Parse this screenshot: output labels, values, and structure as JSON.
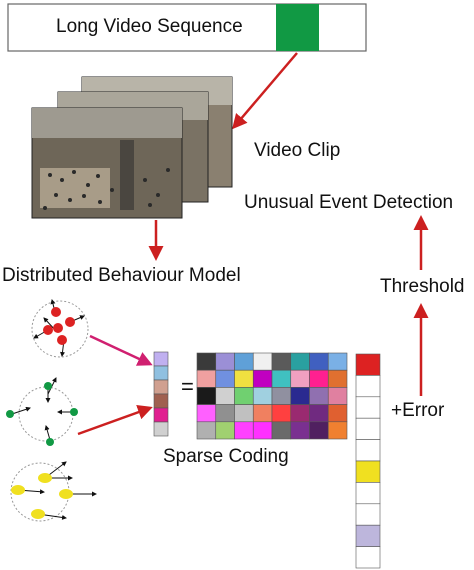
{
  "labels": {
    "long_video_sequence": "Long Video Sequence",
    "video_clip": "Video Clip",
    "unusual_event_detection": "Unusual Event Detection",
    "distributed_behaviour_model": "Distributed Behaviour Model",
    "threshold": "Threshold",
    "equals": "=",
    "error": "+Error",
    "sparse_coding": "Sparse Coding"
  },
  "colors": {
    "arrow": "#cc2020",
    "highlight": "#119944",
    "agent_red": "#dd2222",
    "agent_green": "#119944",
    "agent_yellow": "#f0e020",
    "error_red": "#dd2222",
    "error_yellow": "#f0e020",
    "error_lavender": "#bdb6dc"
  },
  "dictionary_cell_colors": [
    [
      "#3a3a3a",
      "#9b8fd6",
      "#5fa0d8",
      "#f0f0f0",
      "#5a5a5a",
      "#2aa0a0",
      "#4060c0",
      "#7ab0e6"
    ],
    [
      "#f0a0a0",
      "#7090e0",
      "#f0e040",
      "#c000c0",
      "#40c0c0",
      "#f0a0c0",
      "#ff2090",
      "#e07030"
    ],
    [
      "#1a1a1a",
      "#d0d0d0",
      "#70d070",
      "#a0d0e0",
      "#9090a0",
      "#2a2a90",
      "#9070b0",
      "#e080a0"
    ],
    [
      "#ff60ff",
      "#909090",
      "#c0c0c0",
      "#f08060",
      "#ff4040",
      "#9a2a70",
      "#702a80",
      "#e06030"
    ],
    [
      "#b0b0b0",
      "#a0d070",
      "#ff40ff",
      "#ff30ff",
      "#6a6a6a",
      "#7a3090",
      "#502060",
      "#f08030"
    ]
  ],
  "coef_vector_colors": [
    "#c0b0f0",
    "#90c0e0",
    "#d0a090",
    "#a06050",
    "#e02090",
    "#d0d0d0"
  ],
  "error_cell_colors": [
    "#dd2222",
    "#ffffff",
    "#ffffff",
    "#ffffff",
    "#ffffff",
    "#f0e020",
    "#ffffff",
    "#ffffff",
    "#bdb6dc",
    "#ffffff"
  ]
}
